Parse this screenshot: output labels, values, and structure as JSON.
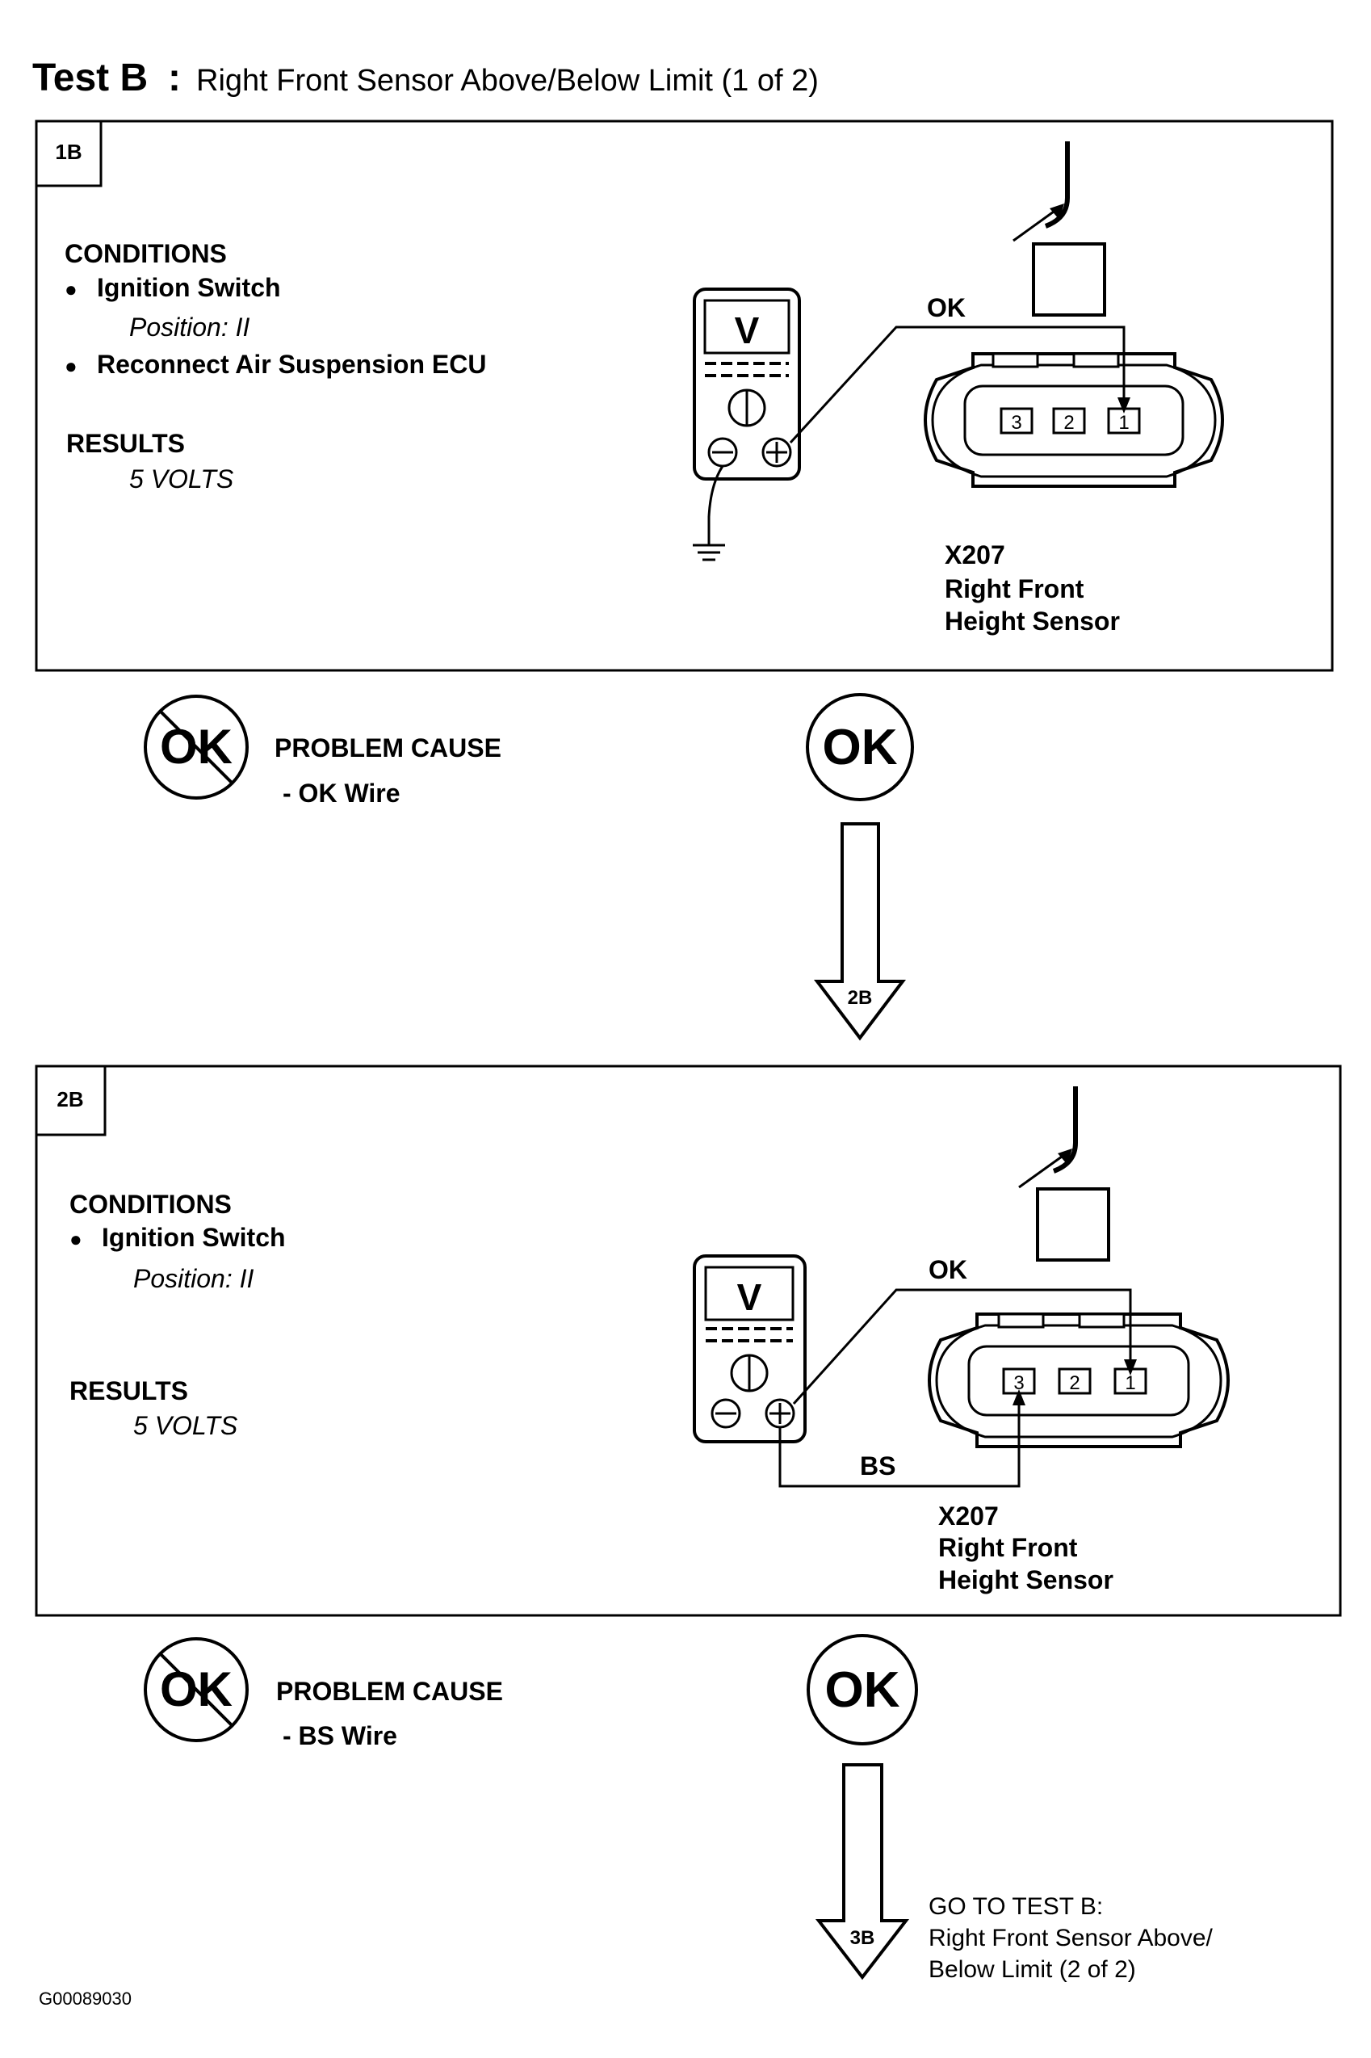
{
  "title": {
    "prefix": "Test B",
    "separator": ":",
    "text": "Right Front Sensor Above/Below Limit (1 of 2)"
  },
  "steps": [
    {
      "id": "1B",
      "conditions_heading": "CONDITIONS",
      "conditions": [
        {
          "bullet": "●",
          "text": "Ignition Switch",
          "detail": "Position: II"
        },
        {
          "bullet": "●",
          "text": "Reconnect Air Suspension ECU",
          "detail": ""
        }
      ],
      "results_heading": "RESULTS",
      "result": "5 VOLTS",
      "meter_symbol": "V",
      "wire_labels": [
        "OK"
      ],
      "pins": [
        "3",
        "2",
        "1"
      ],
      "connector_id": "X207",
      "connector_name": [
        "Right Front",
        "Height Sensor"
      ],
      "fail_mark": "OK",
      "fail_heading": "PROBLEM CAUSE",
      "fail_cause": "- OK Wire",
      "pass_mark": "OK",
      "next_step": "2B"
    },
    {
      "id": "2B",
      "conditions_heading": "CONDITIONS",
      "conditions": [
        {
          "bullet": "●",
          "text": "Ignition Switch",
          "detail": "Position: II"
        }
      ],
      "results_heading": "RESULTS",
      "result": "5 VOLTS",
      "meter_symbol": "V",
      "wire_labels": [
        "OK",
        "BS"
      ],
      "pins": [
        "3",
        "2",
        "1"
      ],
      "connector_id": "X207",
      "connector_name": [
        "Right Front",
        "Height Sensor"
      ],
      "fail_mark": "OK",
      "fail_heading": "PROBLEM CAUSE",
      "fail_cause": "- BS Wire",
      "pass_mark": "OK",
      "next_step": "3B"
    }
  ],
  "goto": [
    "GO TO TEST B:",
    "Right Front Sensor Above/",
    "Below Limit (2 of 2)"
  ],
  "figure_id": "G00089030",
  "icons": {
    "meter": "voltmeter-icon",
    "ground": "ground-icon",
    "connector": "connector-icon",
    "not_ok": "not-ok-icon",
    "ok": "ok-icon",
    "arrow": "down-arrow-icon"
  }
}
